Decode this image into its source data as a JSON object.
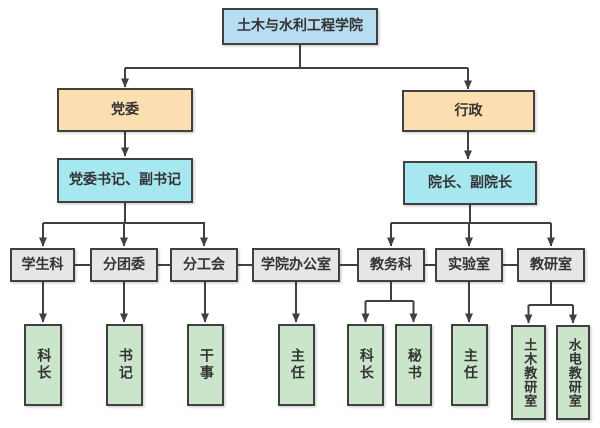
{
  "diagram": {
    "type": "org-chart",
    "colors": {
      "bg": "#ffffff",
      "line": "#404040",
      "blue": "#b7ddf2",
      "orange": "#fbdfb1",
      "cyan": "#a6e8ef",
      "gray": "#e6e6e6",
      "green": "#cbe5cb"
    },
    "nodes": {
      "college": {
        "label": "土木与水利工程学院"
      },
      "party_committee": {
        "label": "党委"
      },
      "administration": {
        "label": "行政"
      },
      "party_secretaries": {
        "label": "党委书记、副书记"
      },
      "deans": {
        "label": "院长、副院长"
      },
      "student_affairs_section": {
        "label": "学生科"
      },
      "youth_league_branch": {
        "label": "分团委"
      },
      "labor_union_branch": {
        "label": "分工会"
      },
      "college_office": {
        "label": "学院办公室"
      },
      "academic_affairs_section": {
        "label": "教务科"
      },
      "laboratory": {
        "label": "实验室"
      },
      "teaching_research_section": {
        "label": "教研室"
      },
      "section_chief_student": {
        "label": "科长"
      },
      "league_secretary": {
        "label": "书记"
      },
      "union_clerk": {
        "label": "干事"
      },
      "office_director": {
        "label": "主任"
      },
      "section_chief_academic": {
        "label": "科长"
      },
      "academic_secretary": {
        "label": "秘书"
      },
      "lab_director": {
        "label": "主任"
      },
      "civil_teaching_office": {
        "label": "土木教研室"
      },
      "hydro_teaching_office": {
        "label": "水电教研室"
      }
    },
    "edges_note": "college→(party_committee,administration); party_committee→party_secretaries→(student_affairs_section,youth_league_branch,labor_union_branch); administration→deans→(academic_affairs_section,laboratory,teaching_research_section); middle row linked horizontally incl. college_office; student_affairs_section→section_chief_student; youth_league_branch→league_secretary; labor_union_branch→union_clerk; college_office→office_director; academic_affairs_section→(section_chief_academic,academic_secretary); laboratory→lab_director; teaching_research_section→(civil_teaching_office,hydro_teaching_office)"
  }
}
